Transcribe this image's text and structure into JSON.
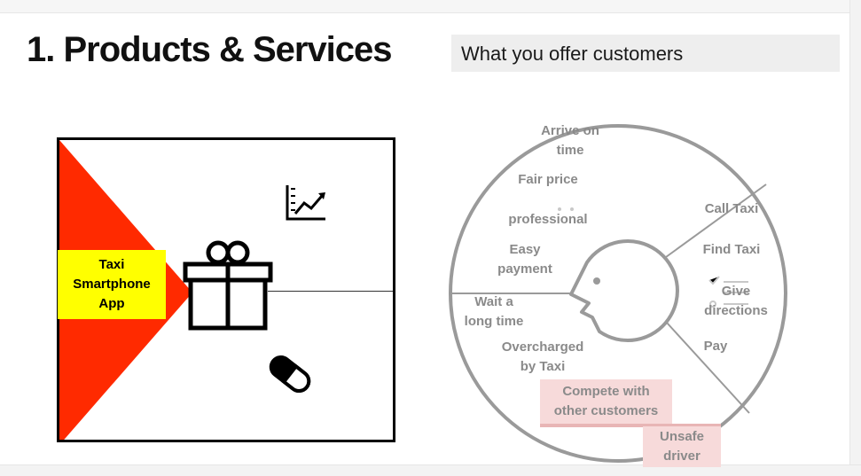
{
  "slide": {
    "title": "1. Products & Services",
    "subtitle": "What you offer customers"
  },
  "canvas": {
    "product_label_lines": [
      "Taxi",
      "Smartphone",
      "App"
    ],
    "icons": [
      "chart-trend-icon",
      "gift-icon",
      "pill-icon"
    ],
    "colors": {
      "triangle": "#ff2a00",
      "label_bg": "#ffff00"
    }
  },
  "wheel": {
    "customer_icon": "face-profile-icon",
    "labels": {
      "arrive_on_time": [
        "Arrive on",
        "time"
      ],
      "fair_price": "Fair price",
      "professional": "professional",
      "easy_payment": [
        "Easy",
        "payment"
      ],
      "wait_long_time": [
        "Wait a",
        "long time"
      ],
      "overcharged": [
        "Overcharged",
        "by Taxi"
      ],
      "call_taxi": "Call Taxi",
      "find_taxi": "Find Taxi",
      "give_directions": [
        "Give",
        "directions"
      ],
      "pay": "Pay",
      "compete": [
        "Compete with",
        "other customers"
      ],
      "unsafe_driver": [
        "Unsafe",
        "driver"
      ]
    },
    "colors": {
      "pain_highlight": "#f7dada",
      "text": "#8a8a8a",
      "stroke": "#9a9a9a"
    }
  }
}
